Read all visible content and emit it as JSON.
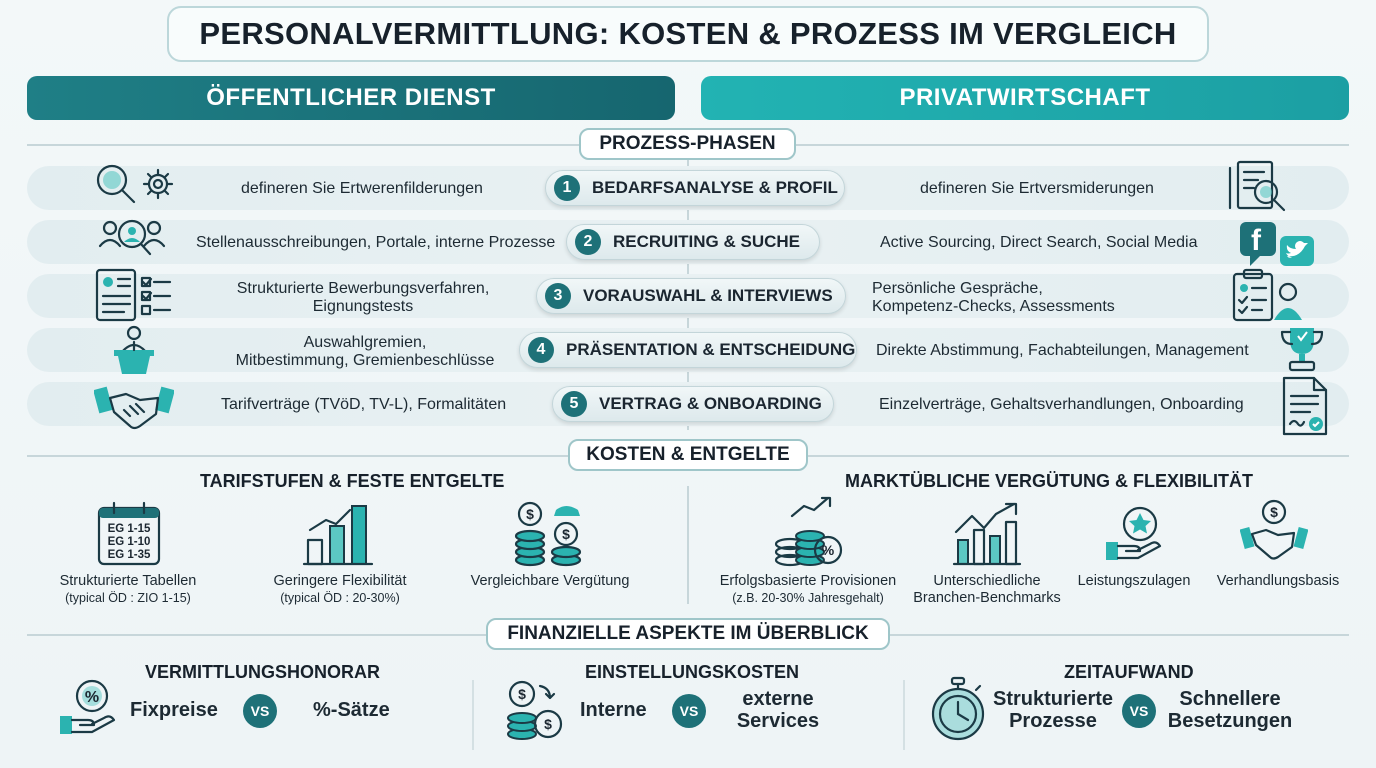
{
  "title": "PERSONALVERMITTLUNG: KOSTEN & PROZESS IM VERGLEICH",
  "columns": {
    "public": "ÖFFENTLICHER DIENST",
    "private": "PRIVATWIRTSCHAFT"
  },
  "sections": {
    "phases": "PROZESS-PHASEN",
    "costs": "KOSTEN & ENTGELTE",
    "finance": "FINANZIELLE ASPEKTE IM ÜBERBLICK"
  },
  "phases": [
    {
      "num": "1",
      "label": "BEDARFSANALYSE & PROFIL",
      "public": "defineren Sie Ertwerenfilderungen",
      "private": "defineren Sie Ertversmiderungen"
    },
    {
      "num": "2",
      "label": "RECRUITING & SUCHE",
      "public": "Stellenausschreibungen, Portale, interne Prozesse",
      "private": "Active Sourcing, Direct Search, Social Media"
    },
    {
      "num": "3",
      "label": "VORAUSWAHL & INTERVIEWS",
      "public_line1": "Strukturierte Bewerbungsverfahren,",
      "public_line2": "Eignungstests",
      "private_line1": "Persönliche Gespräche,",
      "private_line2": "Kompetenz-Checks, Assessments"
    },
    {
      "num": "4",
      "label": "PRÄSENTATION & ENTSCHEIDUNG",
      "public_line1": "Auswahlgremien,",
      "public_line2": "Mitbestimmung, Gremienbeschlüsse",
      "private": "Direkte Abstimmung, Fachabteilungen, Management"
    },
    {
      "num": "5",
      "label": "VERTRAG & ONBOARDING",
      "public": "Tarifverträge (TVöD, TV-L), Formalitäten",
      "private": "Einzelverträge, Gehaltsverhandlungen, Onboarding"
    }
  ],
  "costs": {
    "public_title": "TARIFSTUFEN & FESTE ENTGELTE",
    "private_title": "MARKTÜBLICHE VERGÜTUNG & FLEXIBILITÄT",
    "calendar_lines": [
      "EG 1-15",
      "EG 1-10",
      "EG 1-35"
    ],
    "public_items": [
      {
        "label": "Strukturierte Tabellen",
        "sub": "(typical ÖD : ZIO 1-15)"
      },
      {
        "label": "Geringere Flexibilität",
        "sub": "(typical ÖD : 20-30%)"
      },
      {
        "label": "Vergleichbare Vergütung"
      }
    ],
    "private_items": [
      {
        "label": "Erfolgsbasierte Provisionen",
        "sub": "(z.B. 20-30% Jahresgehalt)"
      },
      {
        "label_line1": "Unterschiedliche",
        "label_line2": "Branchen-Benchmarks"
      },
      {
        "label": "Leistungszulagen"
      },
      {
        "label": "Verhandlungsbasis"
      }
    ]
  },
  "finance": [
    {
      "title": "VERMITTLUNGSHONORAR",
      "left": "Fixpreise",
      "vs": "VS",
      "right": "%-Sätze"
    },
    {
      "title": "EINSTELLUNGSKOSTEN",
      "left": "Interne",
      "vs": "VS",
      "right_line1": "externe",
      "right_line2": "Services"
    },
    {
      "title": "ZEITAUFWAND",
      "left_line1": "Strukturierte",
      "left_line2": "Prozesse",
      "vs": "VS",
      "right_line1": "Schnellere",
      "right_line2": "Besetzungen"
    }
  ],
  "icon_text": {
    "percent": "%",
    "dollar": "$",
    "facebook": "f"
  },
  "colors": {
    "dark_teal": "#1e7178",
    "teal": "#22b3b3",
    "accent": "#2bb3b0"
  }
}
